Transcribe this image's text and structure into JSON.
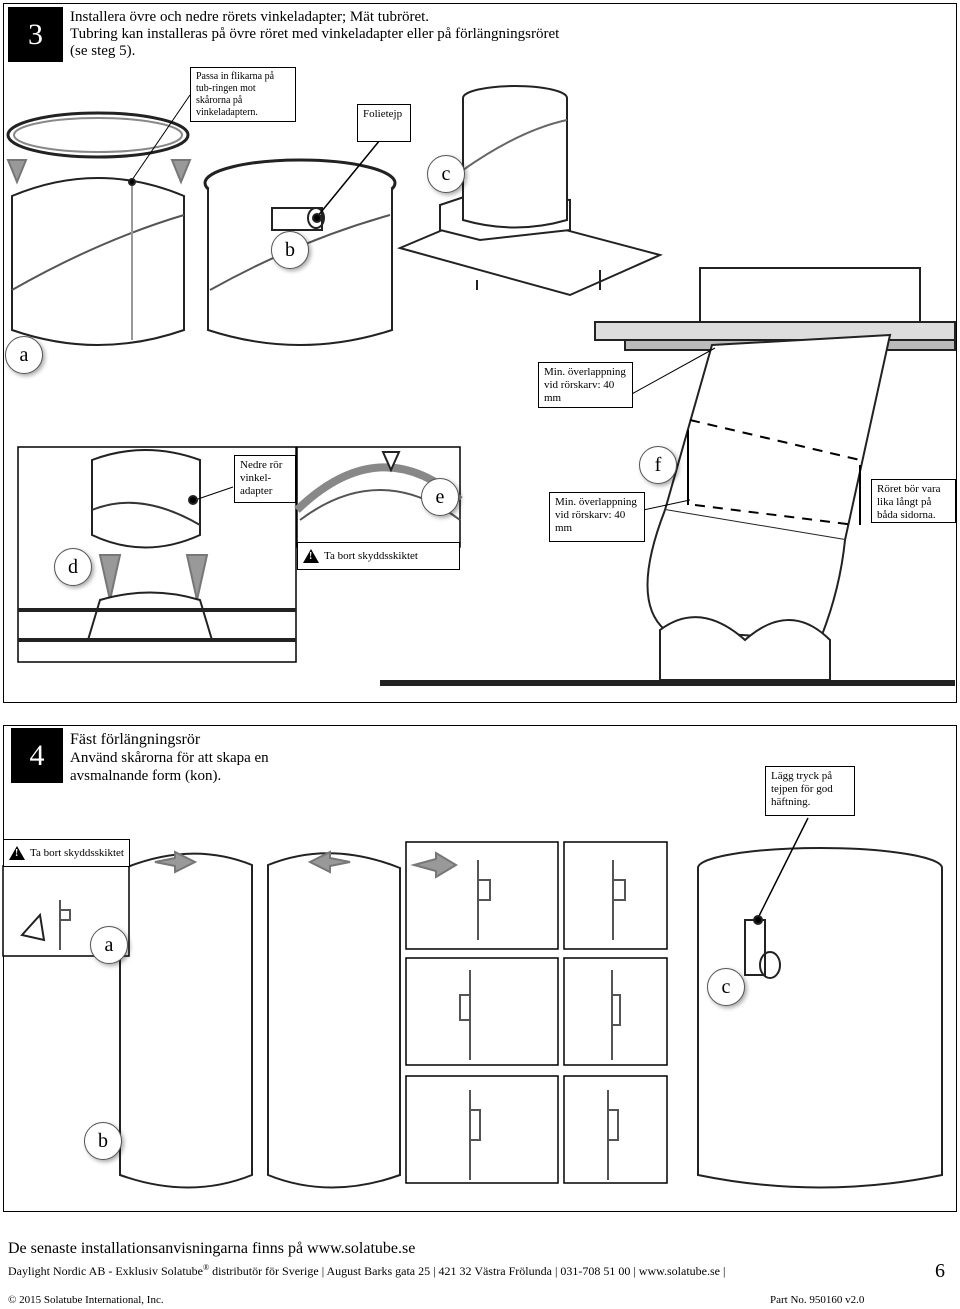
{
  "step3": {
    "number": "3",
    "title_line1": "Installera övre och nedre rörets vinkeladapter; Mät tubröret.",
    "title_line2": "Tubring kan installeras på övre röret med vinkeladapter eller på förlängningsröret",
    "title_line3": "(se steg 5).",
    "callout_tabs": "Passa in flikarna på tub-ringen mot skårorna på vinkeladaptern.",
    "callout_tape": "Folietejp",
    "label_a": "a",
    "label_b": "b",
    "label_c": "c",
    "label_d": "d",
    "label_e": "e",
    "label_f": "f",
    "overlap_top": "Min. överlappning vid rörskarv: 40 mm",
    "overlap_mid": "Min. överlappning vid rörskarv: 40 mm",
    "lower_adapter": "Nedre rör vinkel- adapter",
    "remove_film": "Ta bort skyddsskiktet",
    "equal_length": "Röret bör vara lika långt på båda sidorna."
  },
  "step4": {
    "number": "4",
    "title": "Fäst förlängningsrör",
    "subtitle": "Använd skårorna för att skapa en avsmalnande form (kon).",
    "remove_film": "Ta bort skyddsskiktet",
    "press_tape": "Lägg tryck på tejpen för god häftning.",
    "label_a": "a",
    "label_b": "b",
    "label_c": "c"
  },
  "footer": {
    "latest": "De senaste installationsanvisningarna finns på www.solatube.se",
    "company": "Daylight Nordic AB - Exklusiv Solatube",
    "registered": "®",
    "distributor": "distributör för Sverige",
    "address": "August Barks gata 25",
    "postal": "421 32 Västra Frölunda",
    "phone": "031-708 51 00",
    "web": "www.solatube.se",
    "page_number": "6",
    "copyright": "© 2015 Solatube International, Inc.",
    "part_no": "Part No. 950160 v2.0"
  }
}
